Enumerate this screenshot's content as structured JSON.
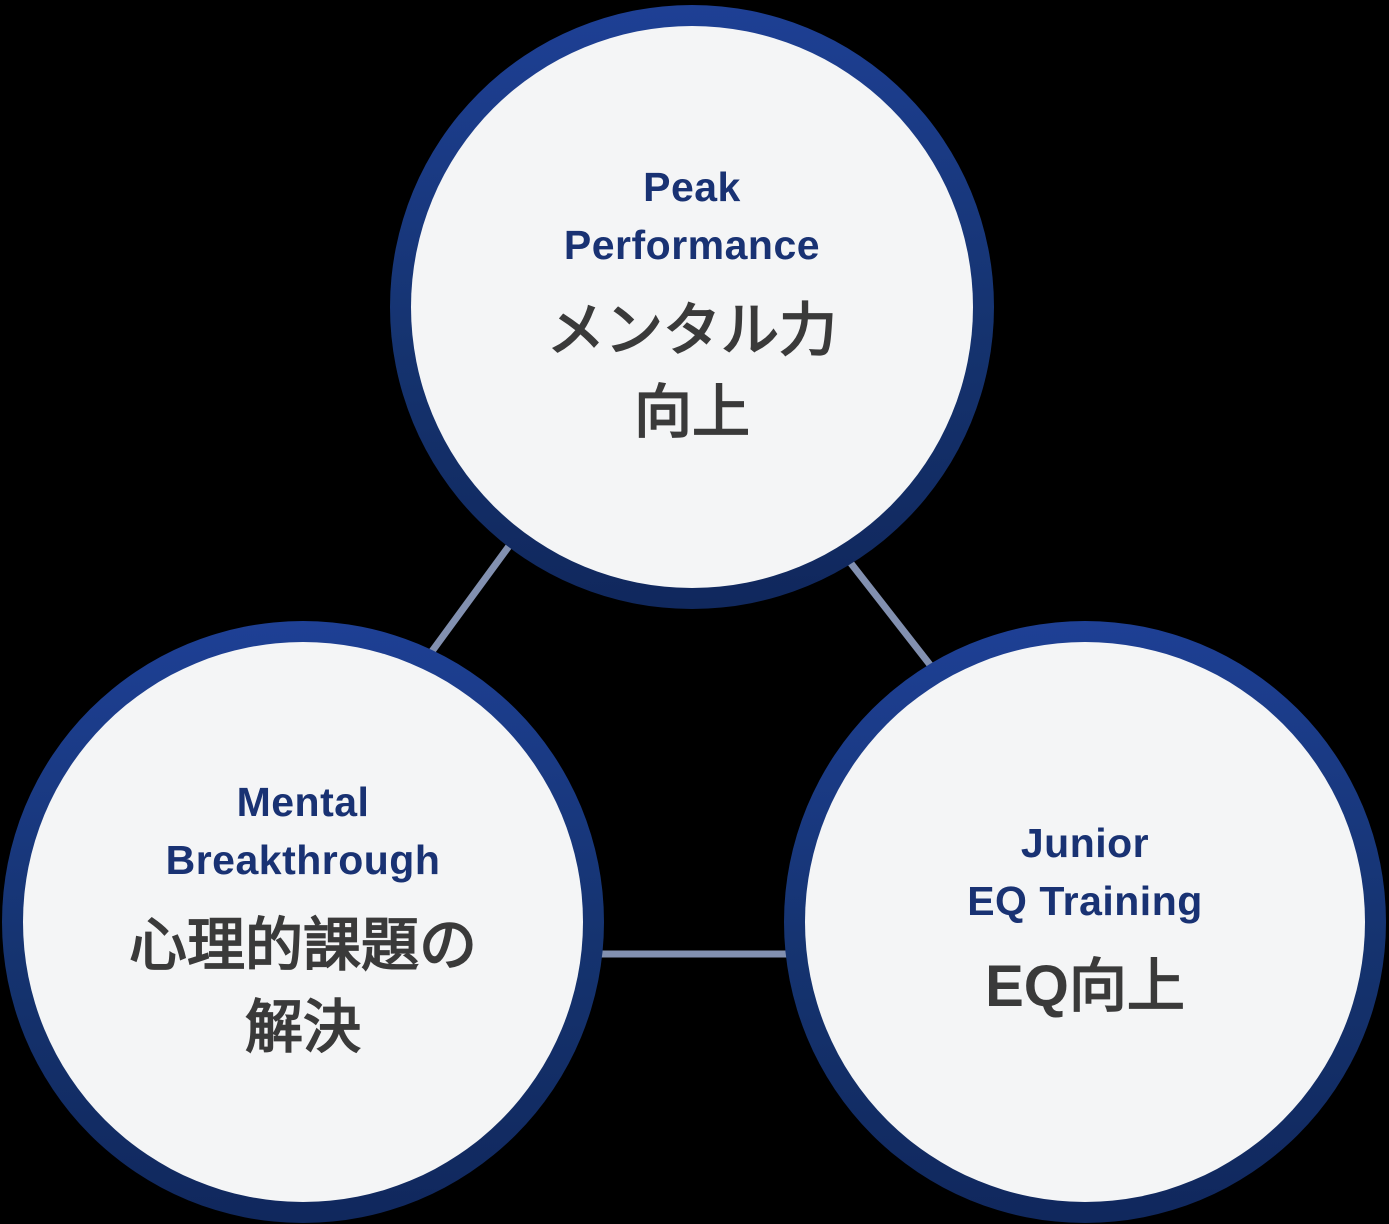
{
  "diagram": {
    "title": "three-circle relationship diagram",
    "background_color": "#000000",
    "circle_fill_color": "#f4f5f6",
    "ring_gradient_start": "#1e4096",
    "ring_gradient_end": "#10275c",
    "en_text_color": "#193273",
    "ja_text_color": "#3a3a3a",
    "connector_color": "#8290b0",
    "nodes": [
      {
        "id": "peak-performance",
        "en": "Peak\nPerformance",
        "ja": "メンタル力\n向上"
      },
      {
        "id": "mental-breakthrough",
        "en": "Mental\nBreakthrough",
        "ja": "心理的課題の\n解決"
      },
      {
        "id": "junior-eq-training",
        "en": "Junior\nEQ Training",
        "ja": "EQ向上"
      }
    ]
  }
}
